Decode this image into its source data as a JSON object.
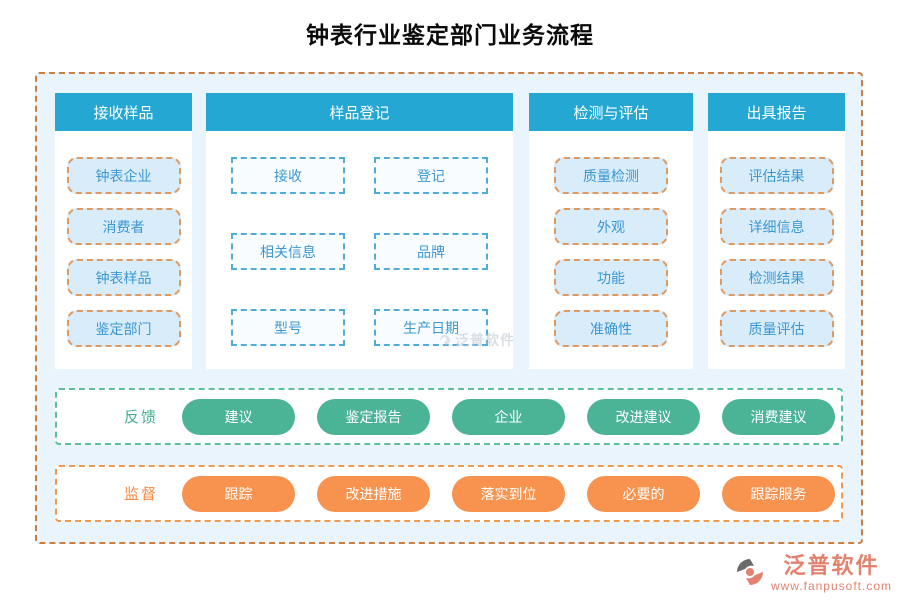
{
  "title": "钟表行业鉴定部门业务流程",
  "colors": {
    "header_bg": "#24a7d2",
    "node_fill": "#d9ecfa",
    "node_border_orange": "#df9a62",
    "node_border_blue": "#4facdb",
    "node_text": "#3b97d3",
    "frame_border": "#cc7e3e",
    "frame_bg": "#eaf4fd",
    "feedback_green": "#4bb396",
    "supervise_orange": "#f7934e",
    "logo_color": "#e2826e"
  },
  "columns": [
    {
      "header": "接收样品",
      "items": [
        "钟表企业",
        "消费者",
        "钟表样品",
        "鉴定部门"
      ]
    },
    {
      "header": "样品登记",
      "items": [
        "接收",
        "登记",
        "相关信息",
        "品牌",
        "型号",
        "生产日期"
      ]
    },
    {
      "header": "检测与评估",
      "items": [
        "质量检测",
        "外观",
        "功能",
        "准确性"
      ]
    },
    {
      "header": "出具报告",
      "items": [
        "评估结果",
        "详细信息",
        "检测结果",
        "质量评估"
      ]
    }
  ],
  "feedback_row": {
    "label": "反馈",
    "pills": [
      "建议",
      "鉴定报告",
      "企业",
      "改进建议",
      "消费建议"
    ]
  },
  "supervision_row": {
    "label": "监督",
    "pills": [
      "跟踪",
      "改进措施",
      "落实到位",
      "必要的",
      "跟踪服务"
    ]
  },
  "watermark": {
    "text": "泛普软件"
  },
  "logo": {
    "name": "泛普软件",
    "url": "www.fanpusoft.com"
  }
}
